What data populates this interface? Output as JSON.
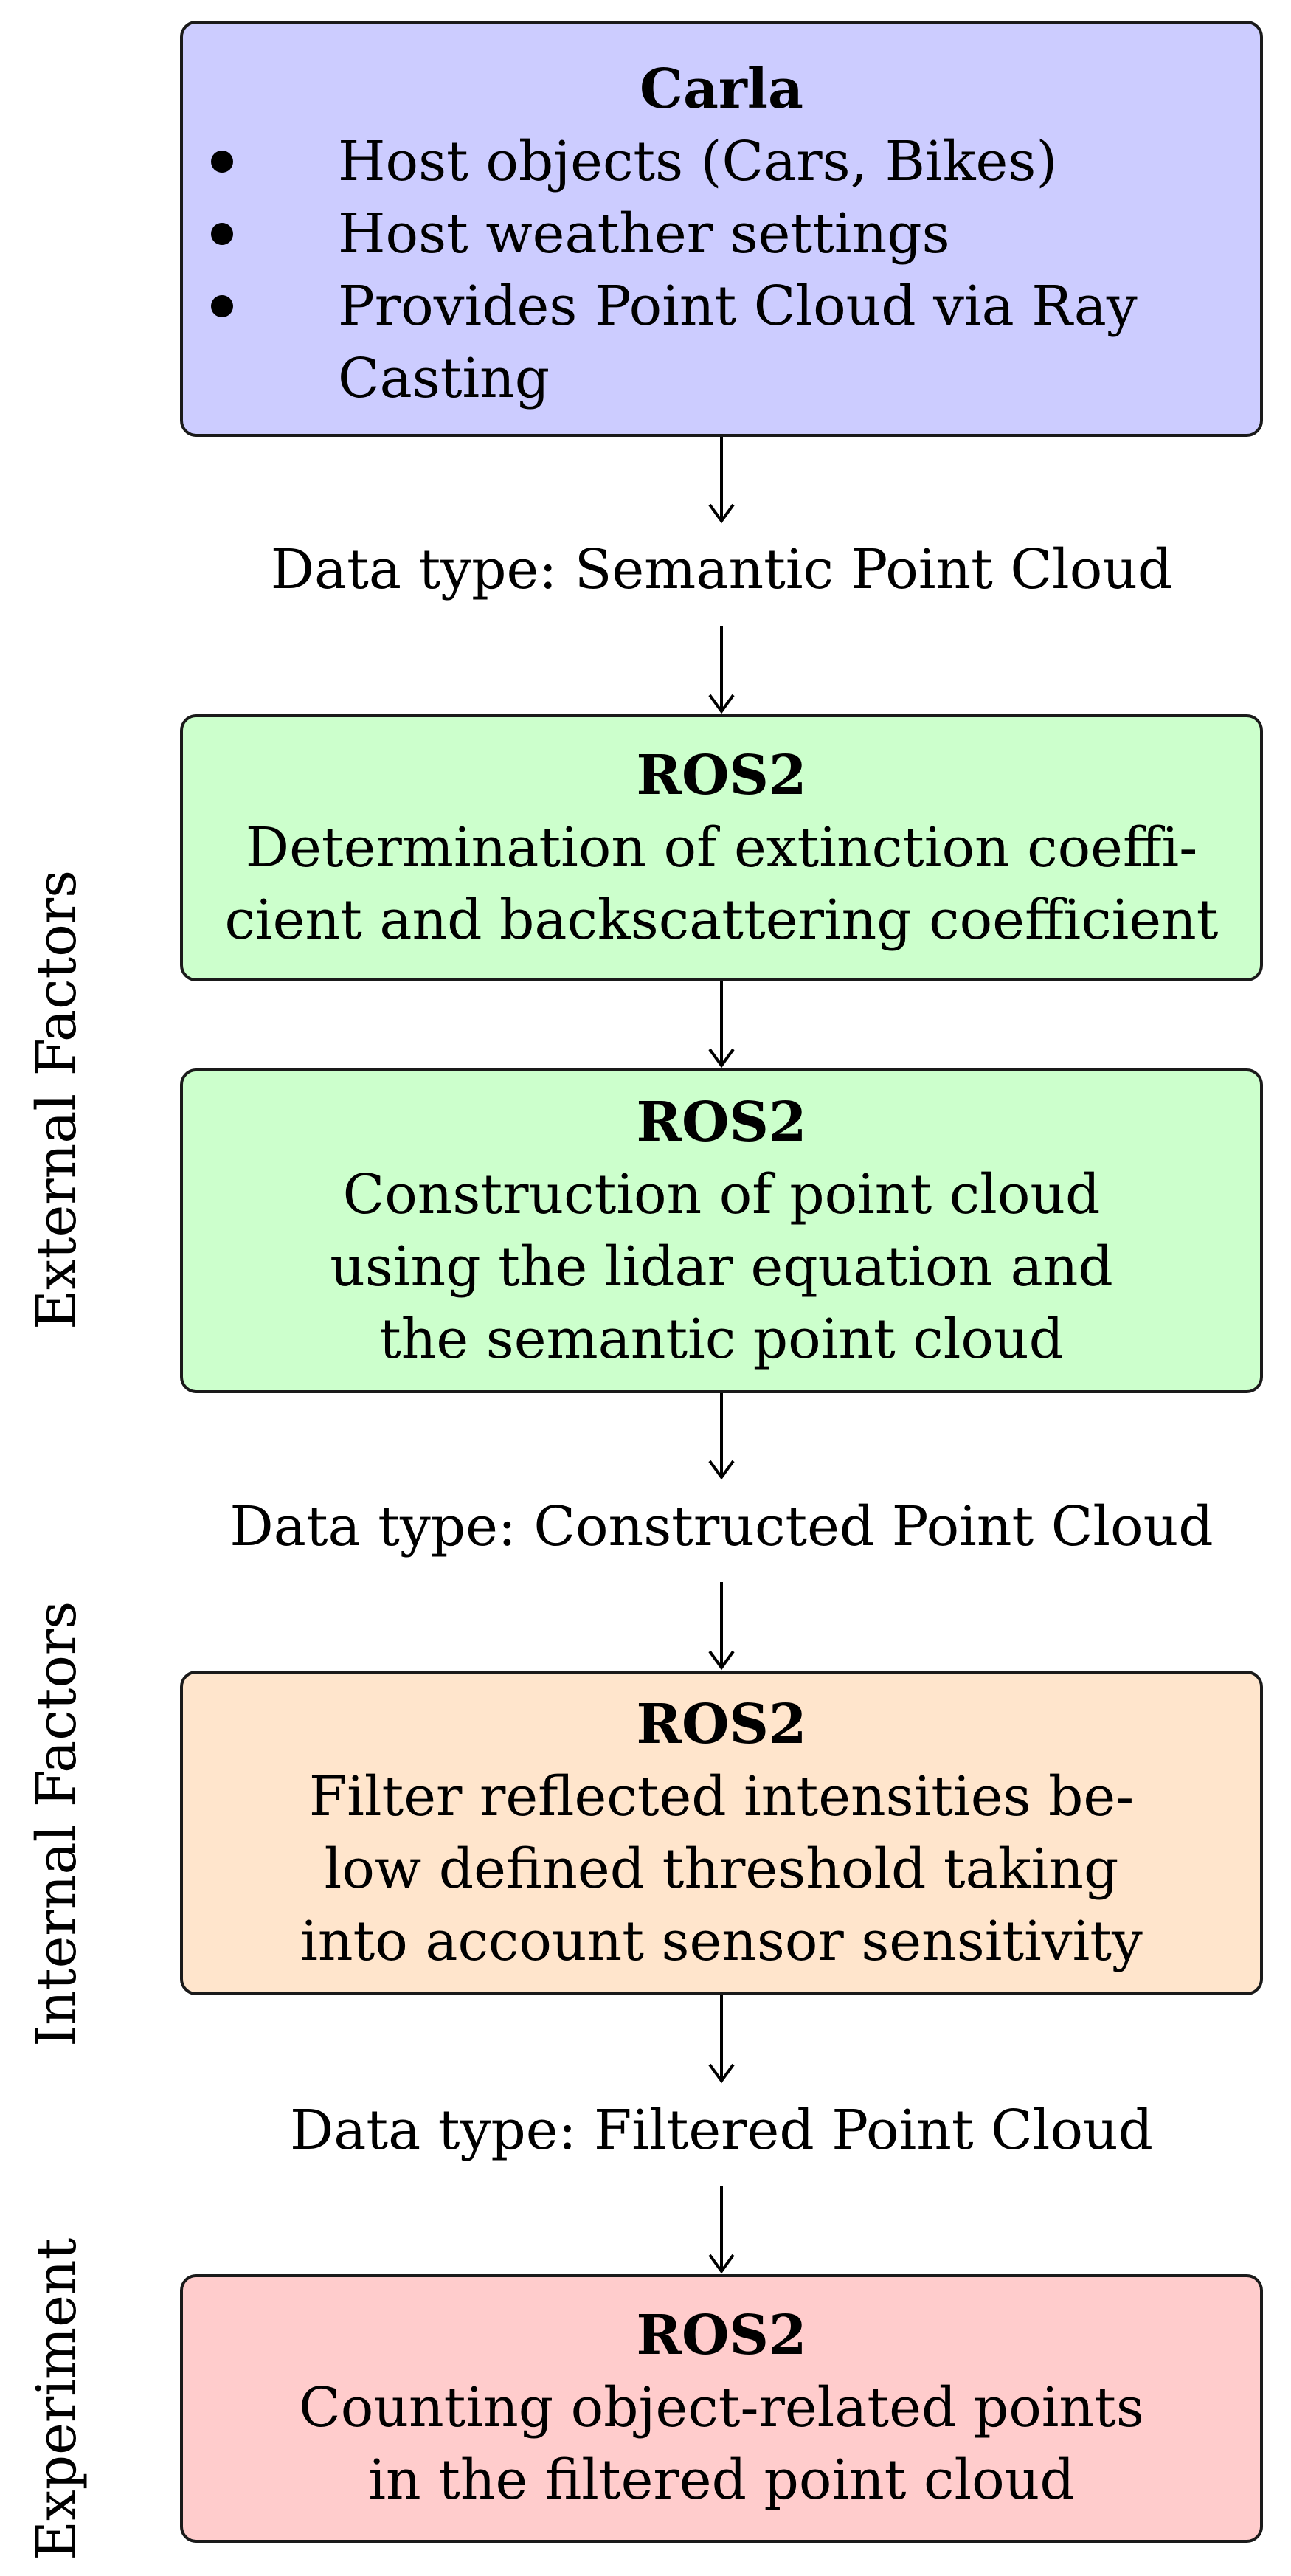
{
  "colors": {
    "carla_fill": "#ccccff",
    "external_fill": "#ccffcc",
    "internal_fill": "#ffe5cc",
    "experiment_fill": "#ffcccc",
    "border": "#1a1a1a",
    "arrow": "#000000"
  },
  "carla": {
    "title": "Carla",
    "bullets": [
      "Host objects (Cars, Bikes)",
      "Host weather settings",
      "Provides Point Cloud via Ray Casting"
    ]
  },
  "data_types": {
    "semantic": "Data type: Semantic Point Cloud",
    "constructed": "Data type: Constructed Point Cloud",
    "filtered": "Data type: Filtered Point Cloud"
  },
  "boxes": {
    "coefficients": {
      "title": "ROS2",
      "body": [
        "Determination of extinction coeffi-",
        "cient and backscattering coefficient"
      ]
    },
    "construction": {
      "title": "ROS2",
      "body": [
        "Construction of point cloud",
        "using the lidar equation and",
        "the semantic point cloud"
      ]
    },
    "filter": {
      "title": "ROS2",
      "body": [
        "Filter reflected intensities be-",
        "low defined threshold taking",
        "into account sensor sensitivity"
      ]
    },
    "counting": {
      "title": "ROS2",
      "body": [
        "Counting object-related points",
        "in the filtered point cloud"
      ]
    }
  },
  "side_labels": {
    "external": "External Factors",
    "internal": "Internal Factors",
    "experiment": "Experiment"
  }
}
